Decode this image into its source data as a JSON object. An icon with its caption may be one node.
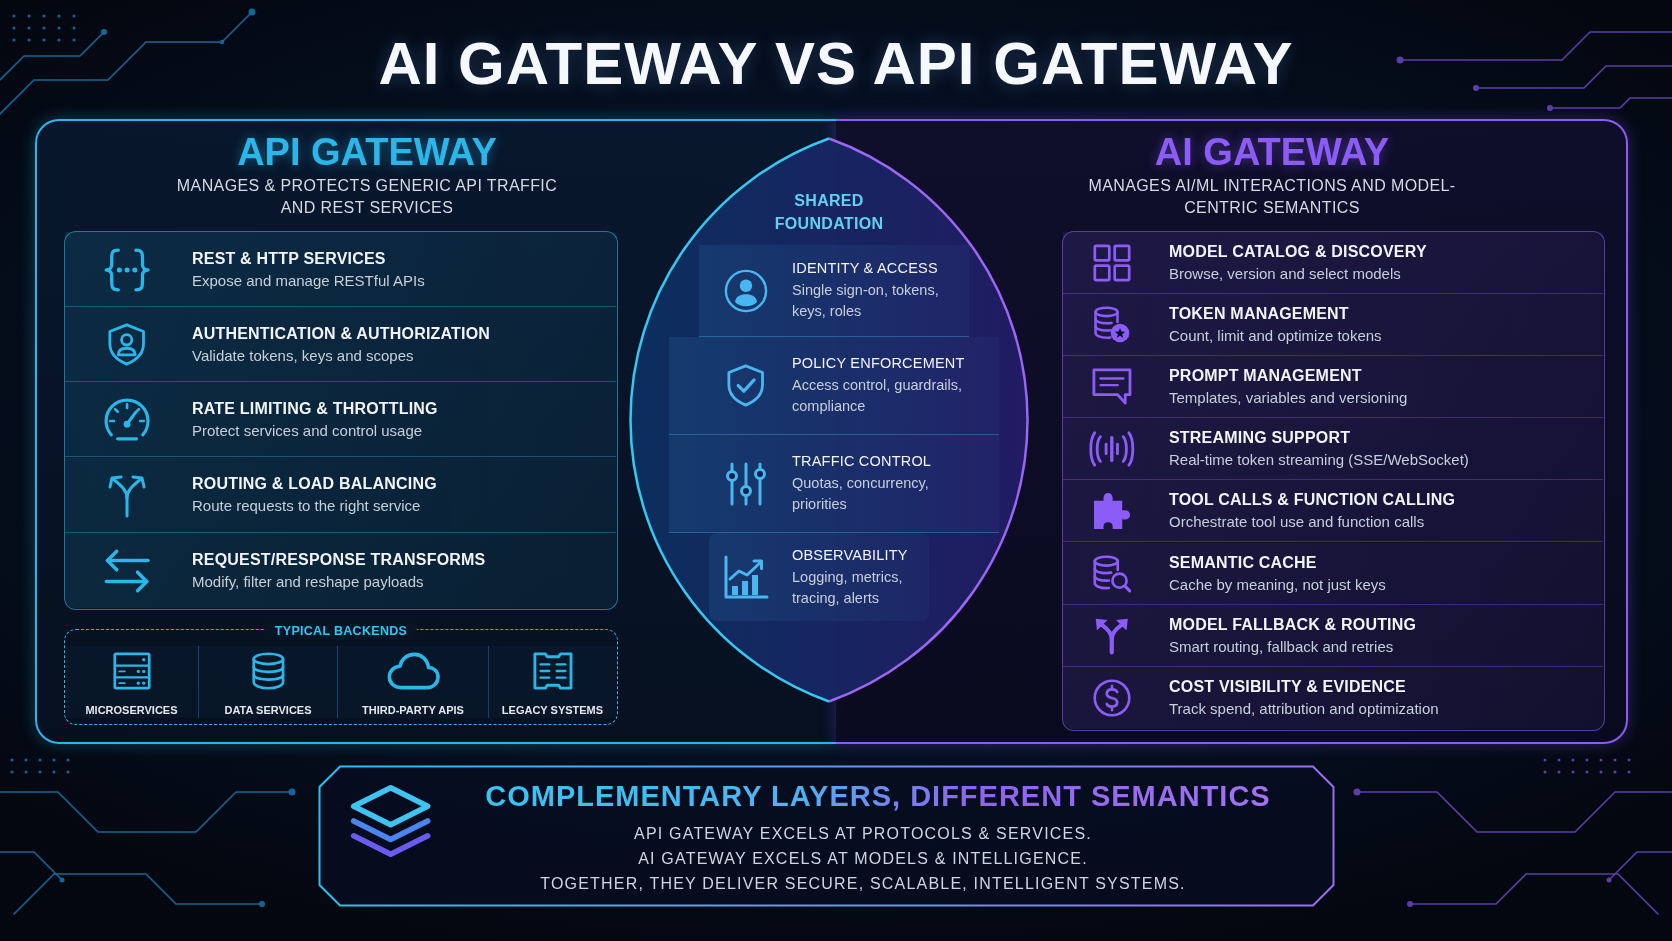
{
  "diagram": {
    "title": "AI GATEWAY VS API GATEWAY",
    "nodes": [
      {
        "text": [
          "API GATEWAY",
          "MANAGES & PROTECTS GENERIC API TRAFFIC AND REST SERVICES"
        ]
      },
      {
        "text": [],
        "shape": "box",
        "in": 0
      },
      {
        "text": [
          "REST & HTTP SERVICES",
          "Expose and manage RESTful APIs"
        ],
        "in": 1
      },
      {
        "text": [
          "AUTHENTICATION & AUTHORIZATION",
          "Validate tokens, keys and scopes"
        ],
        "in": 1
      },
      {
        "text": [
          "RATE LIMITING & THROTTLING",
          "Protect services and control usage"
        ],
        "in": 1
      },
      {
        "text": [
          "ROUTING & LOAD BALANCING",
          "Route requests to the right service"
        ],
        "in": 1
      },
      {
        "text": [
          "REQUEST/RESPONSE TRANSFORMS",
          "Modify, filter and reshape payloads"
        ],
        "in": 1
      },
      {
        "text": [
          "TYPICAL BACKENDS"
        ],
        "in": 0
      },
      {
        "text": [
          "MICROSERVICES"
        ],
        "in": 7
      },
      {
        "text": [
          "DATA SERVICES"
        ],
        "in": 7
      },
      {
        "text": [
          "THIRD-PARTY APIS"
        ],
        "in": 7
      },
      {
        "text": [
          "LEGACY SYSTEMS"
        ],
        "in": 7
      },
      {
        "text": [
          "AI GATEWAY",
          "MANAGES AI/ML INTERACTIONS AND MODEL-CENTRIC SEMANTICS"
        ]
      },
      {
        "text": [],
        "shape": "box",
        "in": 12
      },
      {
        "text": [
          "MODEL CATALOG & DISCOVERY",
          "Browse, version and select models"
        ],
        "in": 13
      },
      {
        "text": [
          "TOKEN MANAGEMENT",
          "Count, limit and optimize tokens"
        ],
        "in": 13
      },
      {
        "text": [
          "PROMPT MANAGEMENT",
          "Templates, variables and versioning"
        ],
        "in": 13
      },
      {
        "text": [
          "STREAMING SUPPORT",
          "Real-time token streaming (SSE/WebSocket)"
        ],
        "in": 13
      },
      {
        "text": [
          "TOOL CALLS & FUNCTION CALLING",
          "Orchestrate tool use and function calls"
        ],
        "in": 13
      },
      {
        "text": [
          "SEMANTIC CACHE",
          "Cache by meaning, not just keys"
        ],
        "in": 13
      },
      {
        "text": [
          "MODEL FALLBACK & ROUTING",
          "Smart routing, fallback and retries"
        ],
        "in": 13
      },
      {
        "text": [
          "COST VISIBILITY & EVIDENCE",
          "Track spend, attribution and optimization"
        ],
        "in": 13
      },
      {
        "text": [
          "SHARED FOUNDATION"
        ]
      },
      {
        "text": [
          "IDENTITY & ACCESS",
          "Single sign-on, tokens, keys, roles"
        ],
        "in": 22
      },
      {
        "text": [
          "POLICY ENFORCEMENT",
          "Access control, guardrails, compliance"
        ],
        "in": 22
      },
      {
        "text": [
          "TRAFFIC CONTROL",
          "Quotas, concurrency, priorities"
        ],
        "in": 22
      },
      {
        "text": [
          "OBSERVABILITY",
          "Logging, metrics, tracing, alerts"
        ],
        "in": 22
      },
      {
        "text": [
          "COMPLEMENTARY LAYERS, DIFFERENT SEMANTICS",
          "API GATEWAY EXCELS AT PROTOCOLS & SERVICES.",
          "AI GATEWAY EXCELS AT MODELS & INTELLIGENCE.",
          "TOGETHER, THEY DELIVER SECURE, SCALABLE, INTELLIGENT SYSTEMS."
        ]
      }
    ]
  }
}
